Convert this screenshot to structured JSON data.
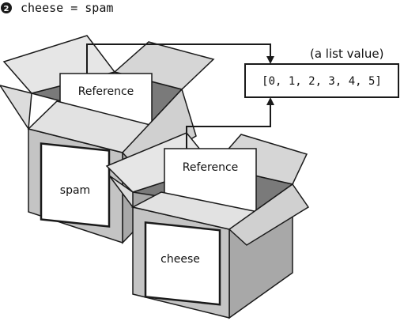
{
  "header": {
    "step_number": "2",
    "code": "cheese = spam"
  },
  "list_value": {
    "caption": "(a list value)",
    "contents": "[0, 1, 2, 3, 4, 5]"
  },
  "boxes": [
    {
      "variable_name": "spam",
      "reference_label": "Reference"
    },
    {
      "variable_name": "cheese",
      "reference_label": "Reference"
    }
  ],
  "colors": {
    "box_light": "#e6e6e6",
    "box_mid": "#c4c4c4",
    "box_dark": "#a8a8a8",
    "box_inside": "#7a7a7a",
    "stroke": "#1a1a1a"
  }
}
